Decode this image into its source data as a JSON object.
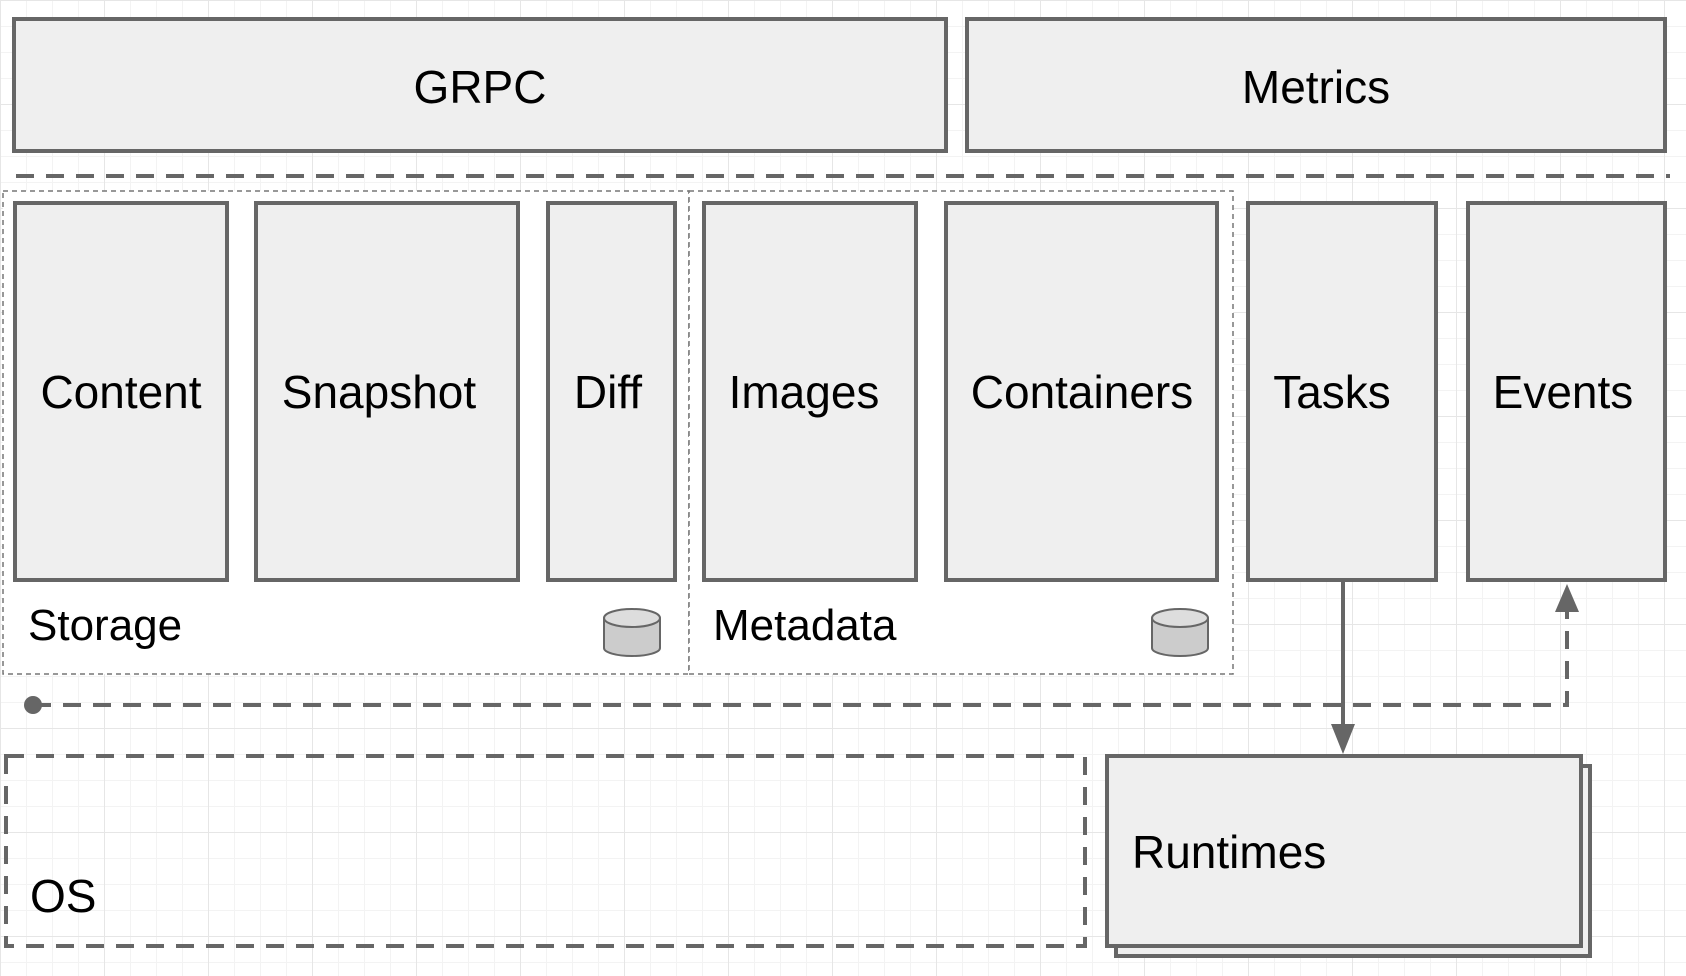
{
  "diagram": {
    "top_bar": {
      "grpc": "GRPC",
      "metrics": "Metrics"
    },
    "services": {
      "content": "Content",
      "snapshot": "Snapshot",
      "diff": "Diff",
      "images": "Images",
      "containers": "Containers",
      "tasks": "Tasks",
      "events": "Events"
    },
    "groups": {
      "storage": "Storage",
      "metadata": "Metadata"
    },
    "bottom": {
      "os": "OS",
      "runtimes": "Runtimes"
    },
    "icons": {
      "storage_db": "database-icon",
      "metadata_db": "database-icon"
    },
    "colors": {
      "box_fill": "#efefef",
      "stroke": "#666666",
      "db_fill": "#cccccc"
    }
  }
}
